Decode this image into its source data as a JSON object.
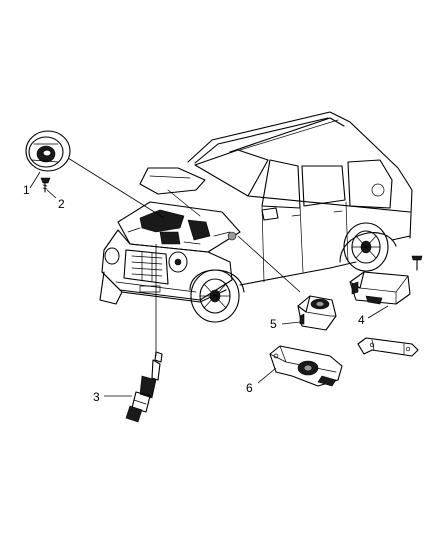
{
  "callouts": {
    "c1": "1",
    "c2": "2",
    "c3": "3",
    "c4": "4",
    "c5": "5",
    "c6": "6"
  },
  "colors": {
    "line": "#000000",
    "background": "#ffffff",
    "shade": "#1a1a1a"
  },
  "icons": [
    "horn-icon",
    "screw-icon",
    "rear-park-sensor-icon",
    "camera-icon",
    "bracket-icon",
    "pushpin-icon"
  ]
}
